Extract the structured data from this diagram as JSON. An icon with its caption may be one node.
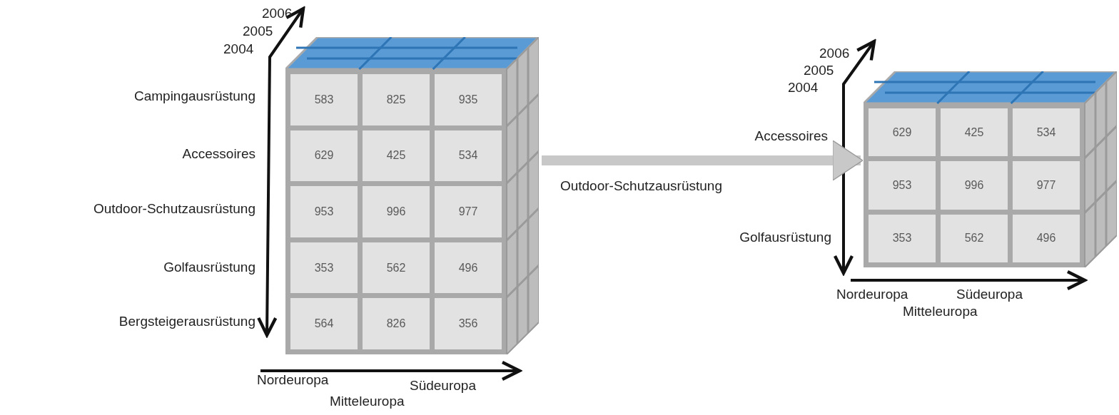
{
  "diagram": {
    "nodes": [
      {
        "text": [],
        "shape": "box"
      },
      {
        "text": [
          "583"
        ],
        "in": 0
      },
      {
        "text": [
          "825"
        ],
        "in": 0
      },
      {
        "text": [
          "935"
        ],
        "in": 0
      },
      {
        "text": [
          "629"
        ],
        "in": 0
      },
      {
        "text": [
          "425"
        ],
        "in": 0
      },
      {
        "text": [
          "534"
        ],
        "in": 0
      },
      {
        "text": [
          "953"
        ],
        "in": 0
      },
      {
        "text": [
          "996"
        ],
        "in": 0
      },
      {
        "text": [
          "977"
        ],
        "in": 0
      },
      {
        "text": [
          "353"
        ],
        "in": 0
      },
      {
        "text": [
          "562"
        ],
        "in": 0
      },
      {
        "text": [
          "496"
        ],
        "in": 0
      },
      {
        "text": [
          "564"
        ],
        "in": 0
      },
      {
        "text": [
          "826"
        ],
        "in": 0
      },
      {
        "text": [
          "356"
        ],
        "in": 0
      },
      {
        "text": [],
        "shape": "box"
      },
      {
        "text": [
          "629"
        ],
        "in": 16
      },
      {
        "text": [
          "425"
        ],
        "in": 16
      },
      {
        "text": [
          "534"
        ],
        "in": 16
      },
      {
        "text": [
          "953"
        ],
        "in": 16
      },
      {
        "text": [
          "996"
        ],
        "in": 16
      },
      {
        "text": [
          "977"
        ],
        "in": 16
      },
      {
        "text": [
          "353"
        ],
        "in": 16
      },
      {
        "text": [
          "562"
        ],
        "in": 16
      },
      {
        "text": [
          "496"
        ],
        "in": 16
      }
    ],
    "edges": [
      {
        "from": 0,
        "to": 16,
        "arrow": "to"
      }
    ],
    "labels": [
      "2006",
      "2005",
      "2004",
      "Campingausrüstung",
      "Accessoires",
      "Outdoor-Schutzausrüstung",
      "Golfausrüstung",
      "Bergsteigerausrüstung",
      "Nordeuropa",
      "Südeuropa",
      "Mitteleuropa",
      "2006",
      "2005",
      "2004",
      "Accessoires",
      "Outdoor-Schutzausrüstung",
      "Golfausrüstung",
      "Nordeuropa",
      "Südeuropa",
      "Mitteleuropa"
    ]
  }
}
